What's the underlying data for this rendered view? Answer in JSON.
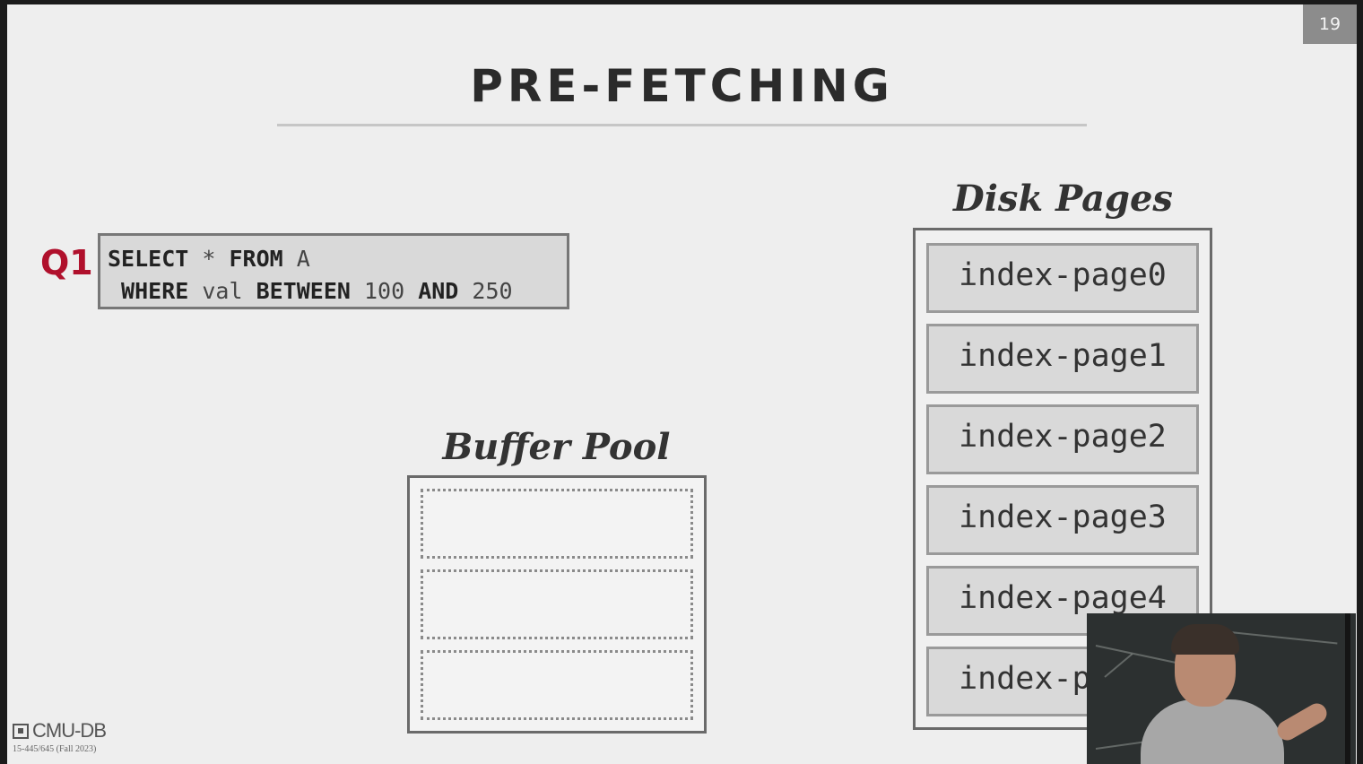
{
  "slide": {
    "number": "19",
    "title": "PRE-FETCHING"
  },
  "query": {
    "label": "Q1",
    "line1_kw1": "SELECT",
    "line1_plain1": " * ",
    "line1_kw2": "FROM",
    "line1_plain2": " A",
    "line2_kw1": " WHERE",
    "line2_plain1": " val ",
    "line2_kw2": "BETWEEN",
    "line2_plain2": " 100 ",
    "line2_kw3": "AND",
    "line2_plain3": " 250"
  },
  "buffer_pool": {
    "title": "Buffer Pool"
  },
  "disk": {
    "title": "Disk Pages",
    "pages": [
      "index-page0",
      "index-page1",
      "index-page2",
      "index-page3",
      "index-page4",
      "index-page5"
    ]
  },
  "footer": {
    "logo": "CMU-DB",
    "course": "15-445/645 (Fall 2023)"
  }
}
